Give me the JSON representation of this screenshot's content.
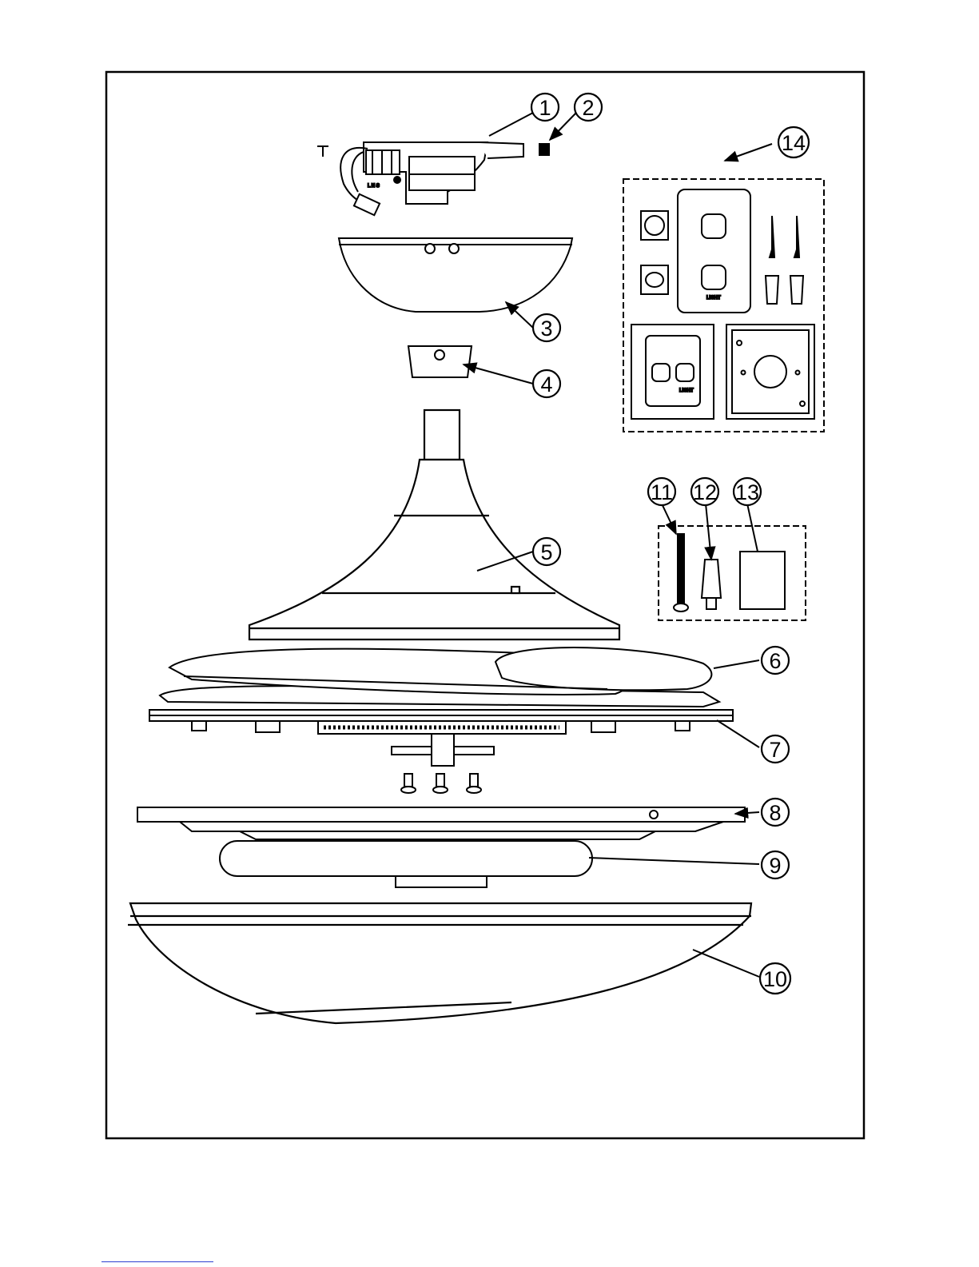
{
  "diagram": {
    "callouts": [
      "1",
      "2",
      "3",
      "4",
      "5",
      "6",
      "7",
      "8",
      "9",
      "10",
      "11",
      "12",
      "13",
      "14"
    ],
    "switch_labels": {
      "light_small": "LIGHT",
      "light_plate": "LIGHT"
    }
  },
  "colors": {
    "line": "#000000",
    "paper": "#ffffff",
    "footer_link": "#2d3fd0"
  }
}
